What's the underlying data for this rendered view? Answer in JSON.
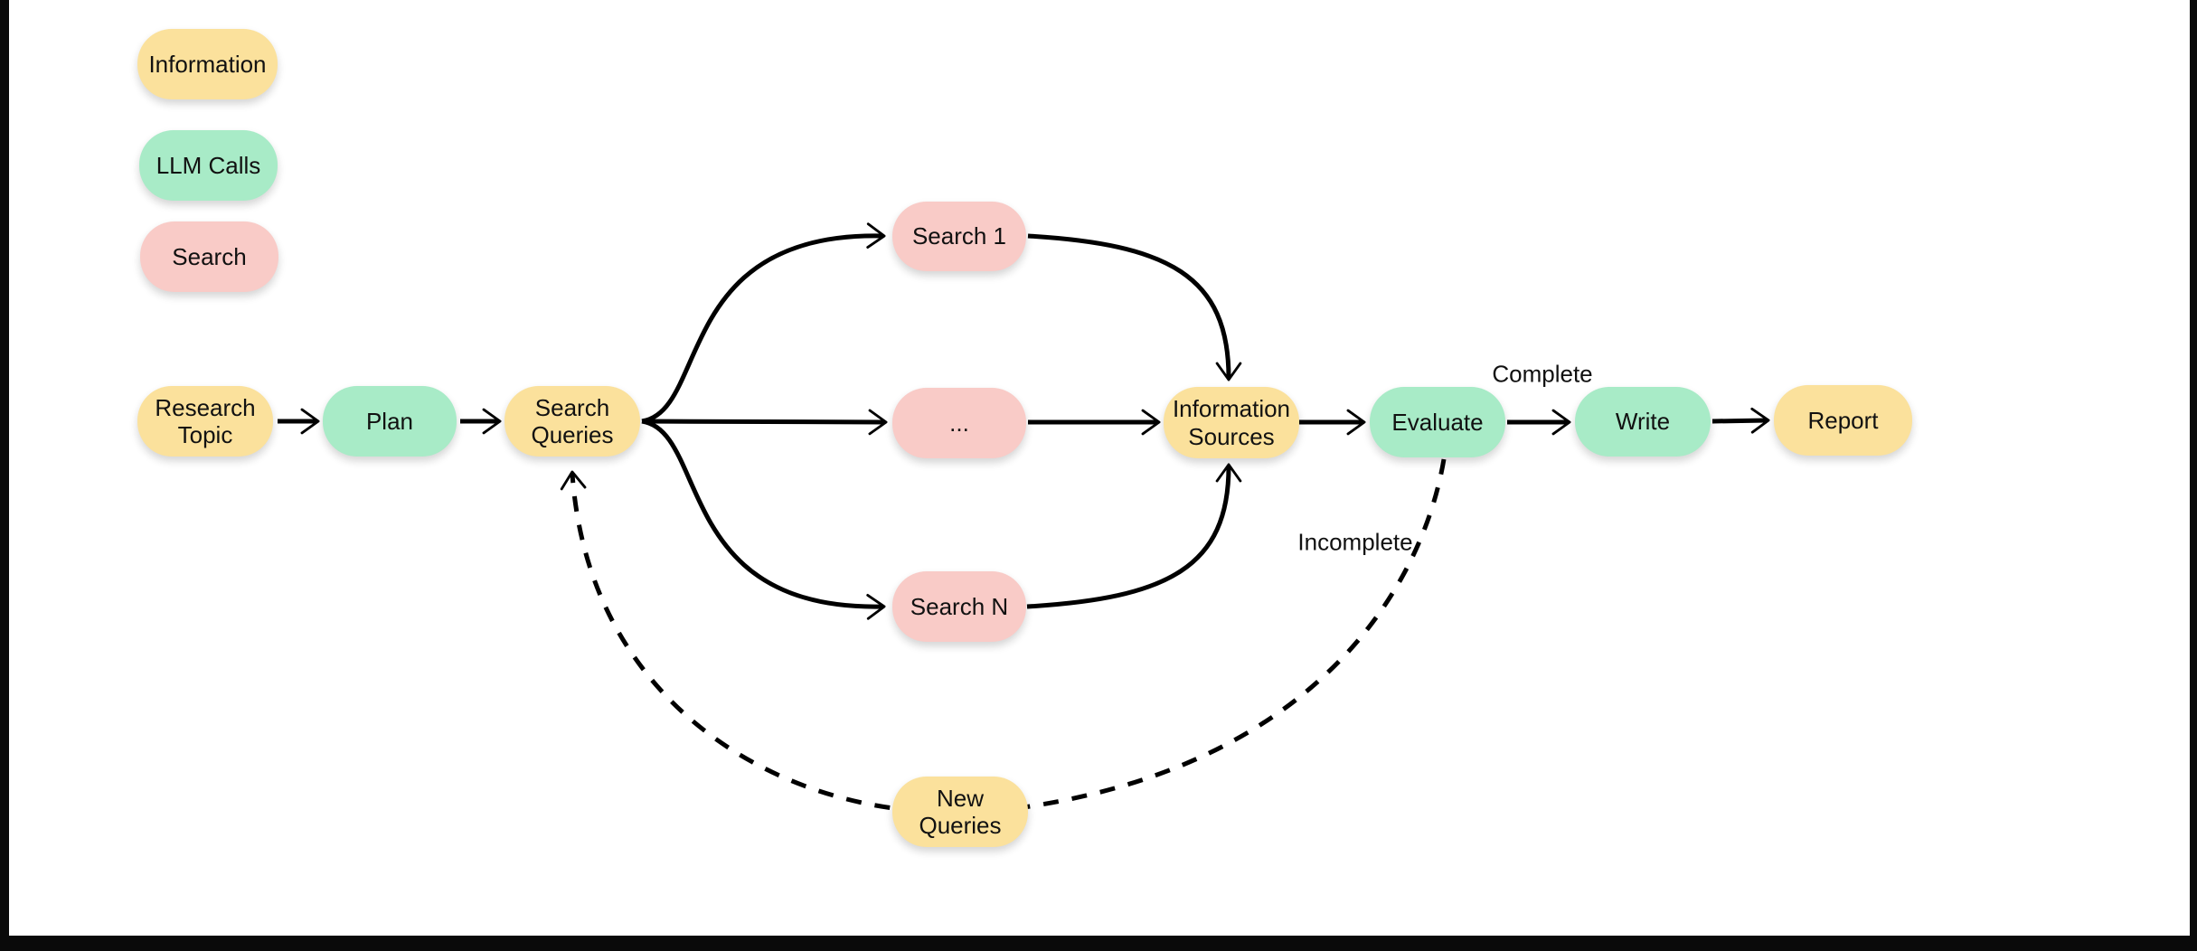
{
  "diagram": {
    "legend": [
      {
        "id": "information",
        "label": "Information"
      },
      {
        "id": "llm-calls",
        "label": "LLM Calls"
      },
      {
        "id": "search",
        "label": "Search"
      }
    ],
    "nodes": [
      {
        "id": "research-topic",
        "label": "Research Topic",
        "category": "information"
      },
      {
        "id": "plan",
        "label": "Plan",
        "category": "llm-calls"
      },
      {
        "id": "search-queries",
        "label": "Search Queries",
        "category": "information"
      },
      {
        "id": "search-1",
        "label": "Search 1",
        "category": "search"
      },
      {
        "id": "search-ellipsis",
        "label": "...",
        "category": "search"
      },
      {
        "id": "search-n",
        "label": "Search N",
        "category": "search"
      },
      {
        "id": "information-sources",
        "label": "Information Sources",
        "category": "information"
      },
      {
        "id": "evaluate",
        "label": "Evaluate",
        "category": "llm-calls"
      },
      {
        "id": "write",
        "label": "Write",
        "category": "llm-calls"
      },
      {
        "id": "report",
        "label": "Report",
        "category": "information"
      },
      {
        "id": "new-queries",
        "label": "New Queries",
        "category": "information"
      }
    ],
    "edge_labels": [
      {
        "id": "complete",
        "text": "Complete"
      },
      {
        "id": "incomplete",
        "text": "Incomplete"
      }
    ],
    "colors": {
      "information": "#fbe19c",
      "llm_calls": "#a8ebc7",
      "search": "#f9cbc7",
      "edge": "#000000",
      "canvas": "#ffffff",
      "frame": "#0a0a0a",
      "text": "#111111"
    }
  }
}
